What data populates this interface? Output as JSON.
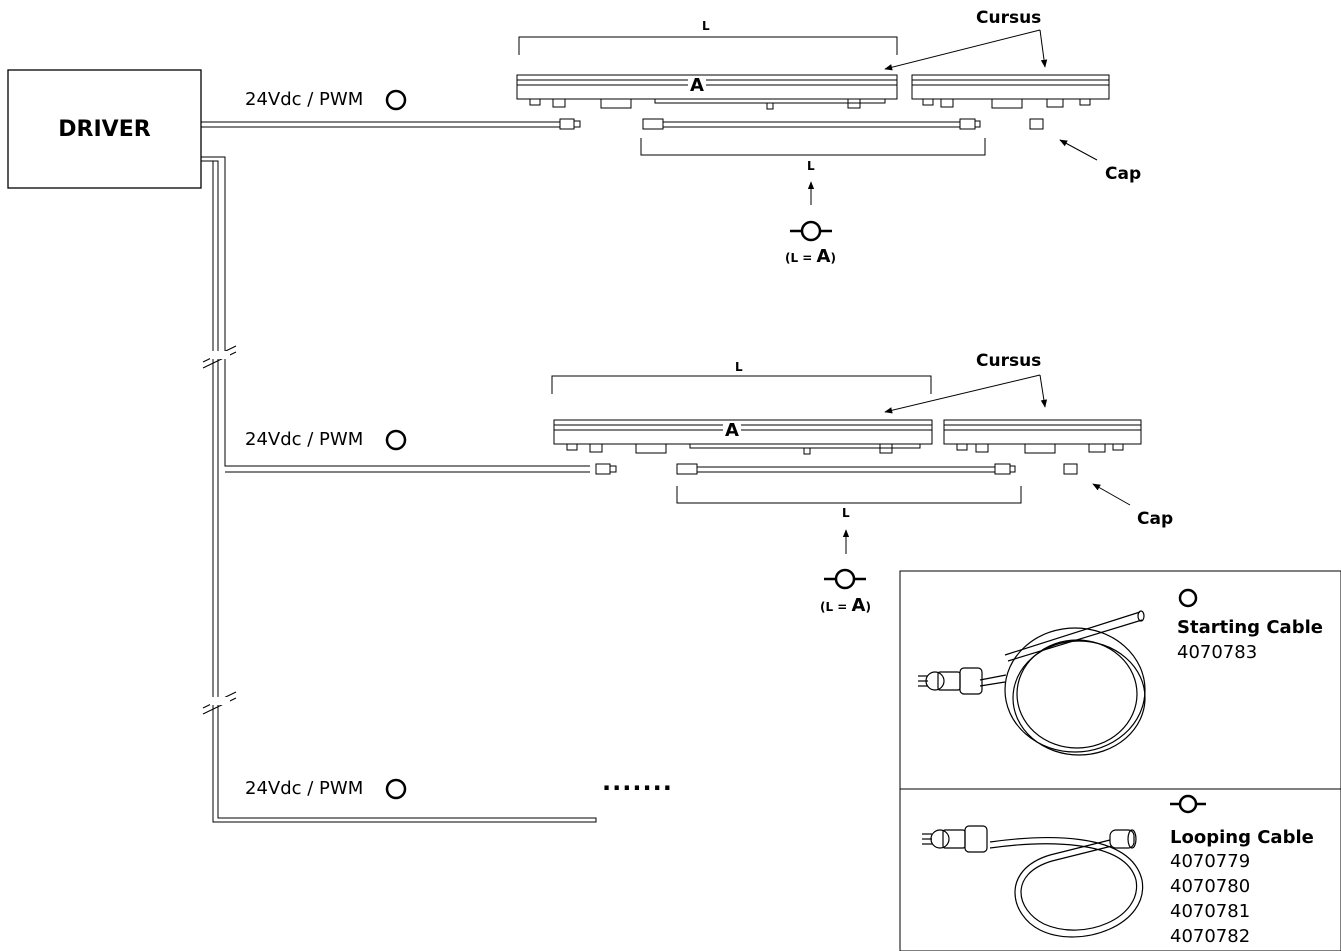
{
  "driver": {
    "label": "DRIVER"
  },
  "supply": {
    "label": "24Vdc / PWM"
  },
  "rows": [
    {
      "dim_top": "L",
      "dim_bottom": "L",
      "product": "Cursus",
      "cap": "Cap",
      "marker": "A",
      "equation_prefix": "(L = ",
      "equation_value": "A",
      "equation_suffix": ")"
    },
    {
      "dim_top": "L",
      "dim_bottom": "L",
      "product": "Cursus",
      "cap": "Cap",
      "marker": "A",
      "equation_prefix": "(L = ",
      "equation_value": "A",
      "equation_suffix": ")"
    }
  ],
  "continuation": "·······",
  "legend": {
    "starting": {
      "title": "Starting Cable",
      "codes": [
        "4070783"
      ]
    },
    "looping": {
      "title": "Looping Cable",
      "codes": [
        "4070779",
        "4070780",
        "4070781",
        "4070782"
      ]
    }
  }
}
